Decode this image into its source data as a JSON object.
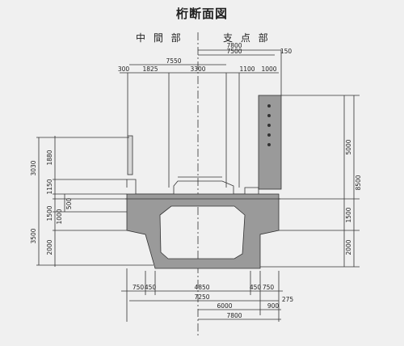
{
  "title": "桁断面図",
  "sections": {
    "left": "中 間 部",
    "right": "支 点 部"
  },
  "colors": {
    "concrete": "#9a9a9a",
    "line": "#333333",
    "paper": "#f0f0f0"
  },
  "dims": {
    "top": [
      "7800",
      "7500",
      "150",
      "7550"
    ],
    "top_row": [
      "300",
      "1825",
      "3300",
      "1100",
      "1000"
    ],
    "left_outer": [
      "3030",
      "3500"
    ],
    "left_inner": [
      "1880",
      "1150",
      "1500",
      "1000",
      "500",
      "2000"
    ],
    "right_outer": [
      "5000",
      "8500"
    ],
    "right_inner": [
      "1500",
      "2000"
    ],
    "bottom_row": [
      "750",
      "450",
      "4850",
      "450",
      "750"
    ],
    "bottom": [
      "7250",
      "6000",
      "900",
      "275",
      "7800"
    ]
  }
}
